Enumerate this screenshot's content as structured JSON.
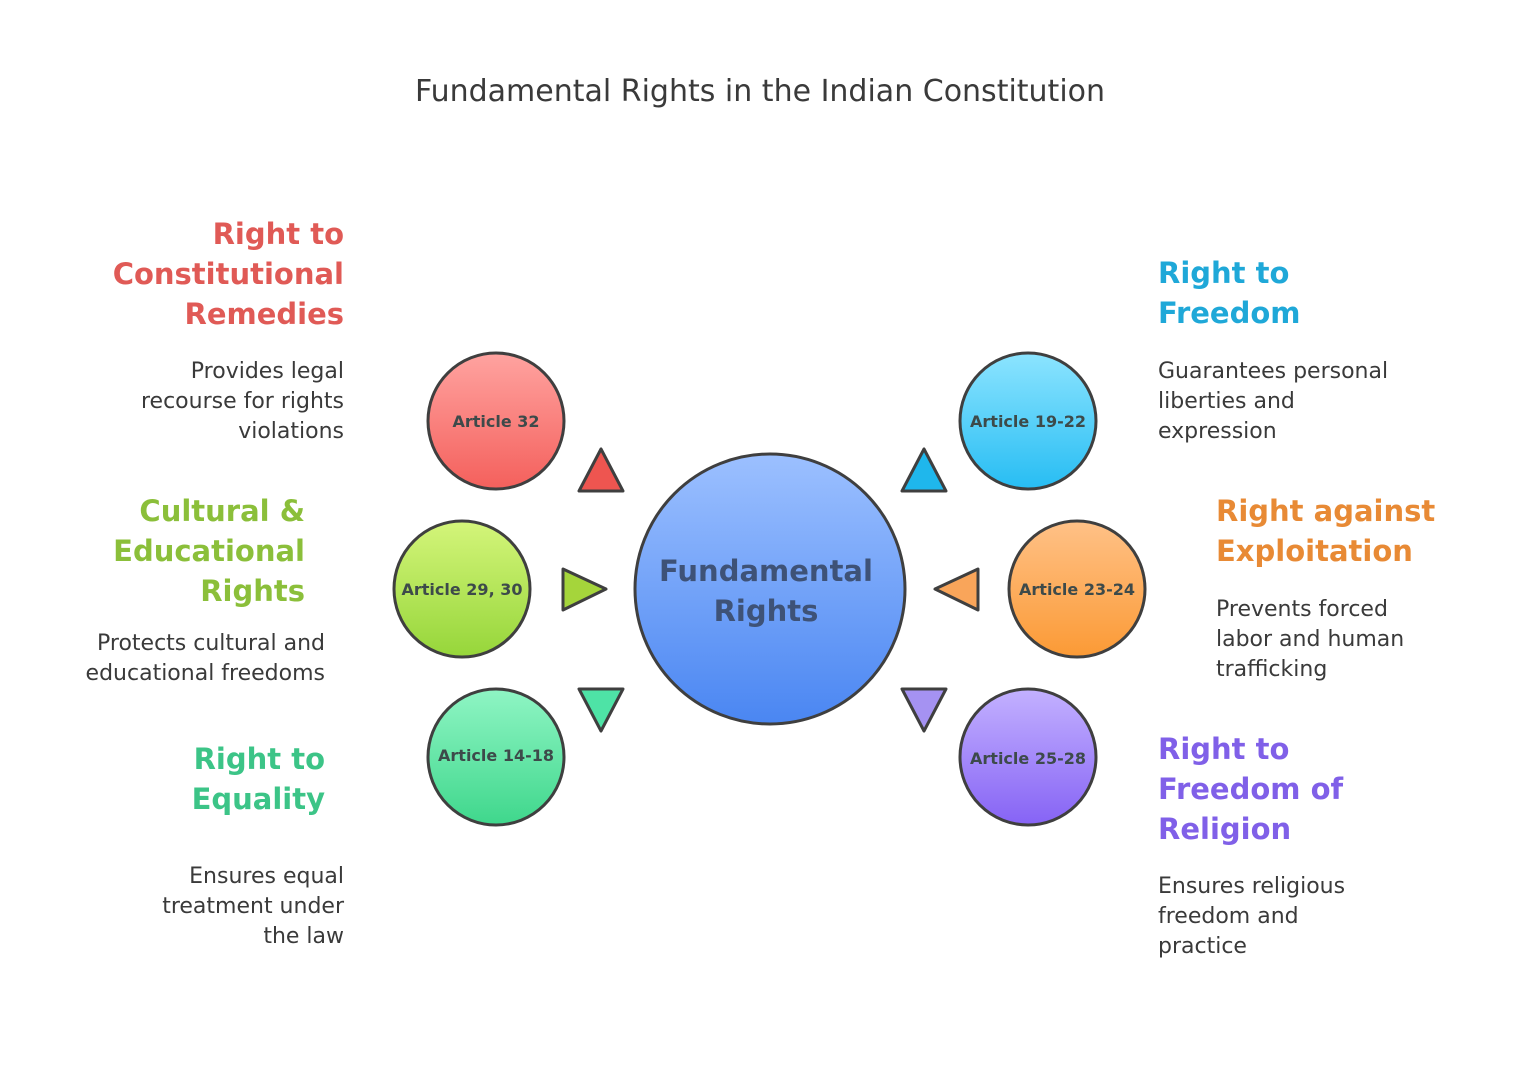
{
  "title": "Fundamental Rights in the Indian Constitution",
  "center": {
    "line1": "Fundamental",
    "line2": "Rights",
    "color": "#5b93f5"
  },
  "rights": [
    {
      "id": "remedies",
      "article": "Article 32",
      "heading_lines": [
        "Right to",
        "Constitutional",
        "Remedies"
      ],
      "description_lines": [
        "Provides legal",
        "recourse for rights",
        "violations"
      ],
      "color": "#e05a56"
    },
    {
      "id": "cultural",
      "article": "Article 29, 30",
      "heading_lines": [
        "Cultural &",
        "Educational",
        "Rights"
      ],
      "description_lines": [
        "Protects cultural and",
        "educational freedoms"
      ],
      "color": "#8bbf3a"
    },
    {
      "id": "equality",
      "article": "Article 14-18",
      "heading_lines": [
        "Right to",
        "Equality"
      ],
      "description_lines": [
        "Ensures equal",
        "treatment under",
        "the law"
      ],
      "color": "#3cc487"
    },
    {
      "id": "freedom",
      "article": "Article 19-22",
      "heading_lines": [
        "Right to",
        "Freedom"
      ],
      "description_lines": [
        "Guarantees personal",
        "liberties and",
        "expression"
      ],
      "color": "#1fa8d8"
    },
    {
      "id": "exploitation",
      "article": "Article 23-24",
      "heading_lines": [
        "Right against",
        "Exploitation"
      ],
      "description_lines": [
        "Prevents forced",
        "labor and human",
        "trafficking"
      ],
      "color": "#e88a35"
    },
    {
      "id": "religion",
      "article": "Article 25-28",
      "heading_lines": [
        "Right to",
        "Freedom of",
        "Religion"
      ],
      "description_lines": [
        "Ensures religious",
        "freedom and",
        "practice"
      ],
      "color": "#8060e8"
    }
  ]
}
